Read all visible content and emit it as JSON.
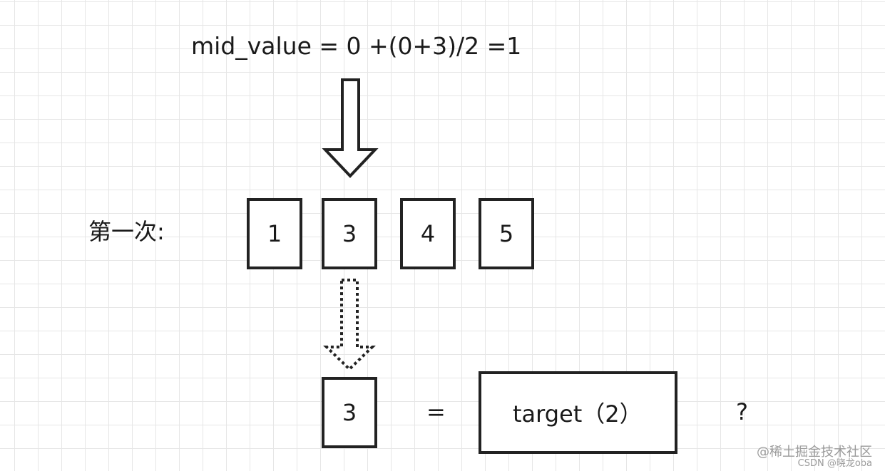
{
  "formula": "mid_value = 0 +(0+3)/2 =1",
  "row_label": "第一次:",
  "array": [
    "1",
    "3",
    "4",
    "5"
  ],
  "compare": {
    "value": "3",
    "operator": "=",
    "target": "target（2）",
    "question": "?"
  },
  "watermark": {
    "line1": "@稀土掘金技术社区",
    "line2": "CSDN @晓龙oba"
  }
}
